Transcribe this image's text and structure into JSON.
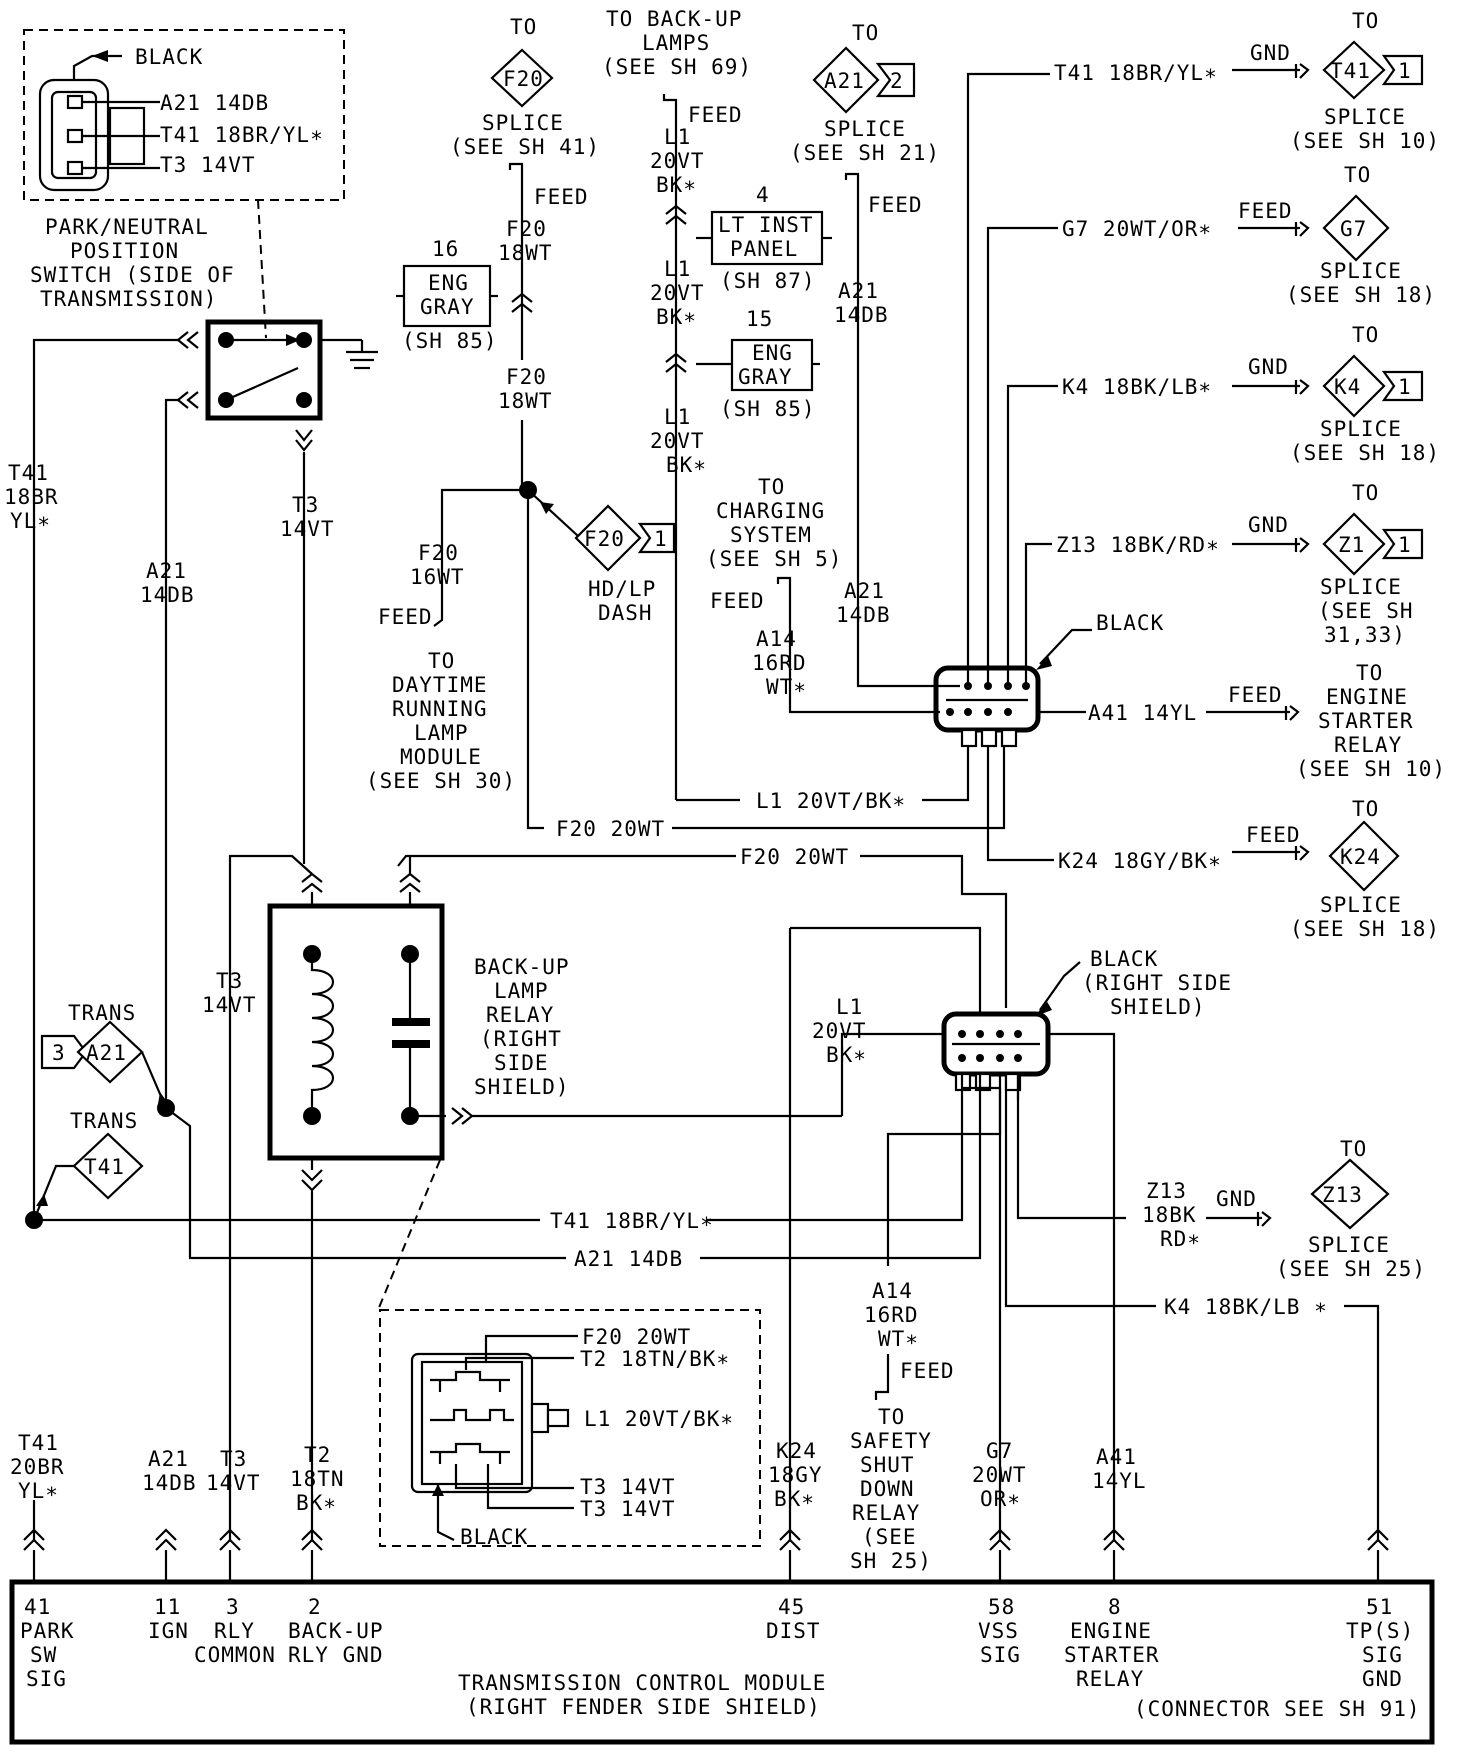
{
  "switch_callout": {
    "color": "BLACK",
    "pin1": "A21 14DB",
    "pin2": "T41 18BR/YL∗",
    "pin3": "T3 14VT",
    "title": [
      "PARK/NEUTRAL",
      "POSITION",
      "SWITCH (SIDE OF",
      "TRANSMISSION)"
    ]
  },
  "top_f20": {
    "to": "TO",
    "code": "F20",
    "splice": [
      "SPLICE",
      "(SEE SH 41)"
    ],
    "feed": "FEED",
    "wire_upper": [
      "F20",
      "18WT"
    ],
    "wire_lower": [
      "F20",
      "18WT"
    ]
  },
  "eng_gray_16": {
    "num": "16",
    "label": [
      "ENG",
      "GRAY"
    ],
    "sheet": "(SH 85)"
  },
  "backup_lamps": {
    "title": [
      "TO BACK-UP",
      "LAMPS",
      "(SEE SH 69)"
    ],
    "feed": "FEED",
    "wire1": [
      "L1",
      "20VT",
      "BK∗"
    ],
    "wire2": [
      "L1",
      "20VT",
      "BK∗"
    ],
    "wire3": [
      "L1",
      "20VT",
      "BK∗"
    ]
  },
  "lt_inst_panel": {
    "num": "4",
    "label": [
      "LT INST",
      "PANEL"
    ],
    "sheet": "(SH 87)"
  },
  "eng_gray_15": {
    "num": "15",
    "label": [
      "ENG",
      "GRAY"
    ],
    "sheet": "(SH 85)"
  },
  "top_a21": {
    "to": "TO",
    "code": "A21",
    "pin": "2",
    "splice": [
      "SPLICE",
      "(SEE SH 21)"
    ],
    "feed": "FEED",
    "wire": [
      "A21",
      "14DB"
    ]
  },
  "right_splices": [
    {
      "wire": "T41 18BR/YL∗",
      "kind": "GND",
      "to": "TO",
      "code": "T41",
      "pin": "1",
      "splice": [
        "SPLICE",
        "(SEE SH 10)"
      ]
    },
    {
      "wire": "G7 20WT/OR∗",
      "kind": "FEED",
      "to": "TO",
      "code": "G7",
      "pin": "",
      "splice": [
        "SPLICE",
        "(SEE SH 18)"
      ]
    },
    {
      "wire": "K4 18BK/LB∗",
      "kind": "GND",
      "to": "TO",
      "code": "K4",
      "pin": "1",
      "splice": [
        "SPLICE",
        "(SEE SH 18)"
      ]
    },
    {
      "wire": "Z13 18BK/RD∗",
      "kind": "GND",
      "to": "TO",
      "code": "Z1",
      "pin": "1",
      "splice": [
        "SPLICE",
        "(SEE SH",
        "31,33)"
      ]
    }
  ],
  "upper_connector": {
    "color": "BLACK"
  },
  "starter_relay": {
    "wire": "A41 14YL",
    "feed": "FEED",
    "label": [
      "TO",
      "ENGINE",
      "STARTER",
      "RELAY",
      "(SEE SH 10)"
    ]
  },
  "k24_splice": {
    "wire": "K24 18GY/BK∗",
    "feed": "FEED",
    "to": "TO",
    "code": "K24",
    "splice": [
      "SPLICE",
      "(SEE SH 18)"
    ]
  },
  "charging": {
    "label": [
      "TO",
      "CHARGING",
      "SYSTEM",
      "(SEE SH 5)"
    ],
    "feed": "FEED",
    "wire": [
      "A14",
      "16RD",
      "WT∗"
    ],
    "a21": [
      "A21",
      "14DB"
    ]
  },
  "hd_lp_dash": {
    "code": "F20",
    "pin": "1",
    "label": [
      "HD/LP",
      "DASH"
    ]
  },
  "drl": {
    "wire": [
      "F20",
      "16WT"
    ],
    "feed": "FEED",
    "label": [
      "TO",
      "DAYTIME",
      "RUNNING",
      "LAMP",
      "MODULE",
      "(SEE SH 30)"
    ]
  },
  "horizontal_wires": {
    "l1": "L1 20VT/BK∗",
    "f20_a": "F20 20WT",
    "f20_b": "F20 20WT",
    "t41": "T41 18BR/YL∗",
    "a21": "A21 14DB",
    "k4": "K4 18BK/LB ∗"
  },
  "left_wires": {
    "t41": [
      "T41",
      "18BR",
      "YL∗"
    ],
    "a21": [
      "A21",
      "14DB"
    ],
    "t3": [
      "T3",
      "14VT"
    ],
    "t3b": [
      "T3",
      "14VT"
    ]
  },
  "relay": {
    "label": [
      "BACK-UP",
      "LAMP",
      "RELAY",
      "(RIGHT",
      "SIDE",
      "SHIELD)"
    ]
  },
  "trans_a21": {
    "trans": "TRANS",
    "pin": "3",
    "code": "A21"
  },
  "trans_t41": {
    "trans": "TRANS",
    "code": "T41"
  },
  "lower_connector": {
    "label": [
      "BLACK",
      "(RIGHT SIDE",
      "SHIELD)"
    ],
    "l1": [
      "L1",
      "20VT",
      "BK∗"
    ]
  },
  "z13_lower": {
    "wire": [
      "Z13",
      "18BK",
      "RD∗"
    ],
    "kind": "GND",
    "to": "TO",
    "code": "Z13",
    "splice": [
      "SPLICE",
      "(SEE SH 25)"
    ]
  },
  "ssd": {
    "wire": [
      "A14",
      "16RD",
      "WT∗"
    ],
    "feed": "FEED",
    "label": [
      "TO",
      "SAFETY",
      "SHUT",
      "DOWN",
      "RELAY",
      "(SEE",
      "SH 25)"
    ]
  },
  "relay_inset": {
    "f20": "F20 20WT",
    "t2": "T2 18TN/BK∗",
    "l1": "L1 20VT/BK∗",
    "t3a": "T3 14VT",
    "t3b": "T3 14VT",
    "color": "BLACK"
  },
  "tcm_wires": {
    "t41": [
      "T41",
      "20BR",
      "YL∗"
    ],
    "a21": [
      "A21",
      "14DB"
    ],
    "t3": [
      "T3",
      "14VT"
    ],
    "t2": [
      "T2",
      "18TN",
      "BK∗"
    ],
    "k24": [
      "K24",
      "18GY",
      "BK∗"
    ],
    "g7": [
      "G7",
      "20WT",
      "OR∗"
    ],
    "a41": [
      "A41",
      "14YL"
    ]
  },
  "tcm": {
    "pins": [
      {
        "num": "41",
        "desc": [
          "PARK",
          "SW",
          "SIG"
        ]
      },
      {
        "num": "11",
        "desc": [
          "IGN"
        ]
      },
      {
        "num": "3",
        "desc": [
          "RLY",
          "COMMON"
        ]
      },
      {
        "num": "2",
        "desc": [
          "BACK-UP",
          "RLY GND"
        ]
      },
      {
        "num": "45",
        "desc": [
          "DIST"
        ]
      },
      {
        "num": "58",
        "desc": [
          "VSS",
          "SIG"
        ]
      },
      {
        "num": "8",
        "desc": [
          "ENGINE",
          "STARTER",
          "RELAY"
        ]
      },
      {
        "num": "51",
        "desc": [
          "TP(S)",
          "SIG",
          "GND"
        ]
      }
    ],
    "title": [
      "TRANSMISSION CONTROL MODULE",
      "(RIGHT FENDER SIDE SHIELD)"
    ],
    "connector": "(CONNECTOR SEE SH 91)"
  }
}
